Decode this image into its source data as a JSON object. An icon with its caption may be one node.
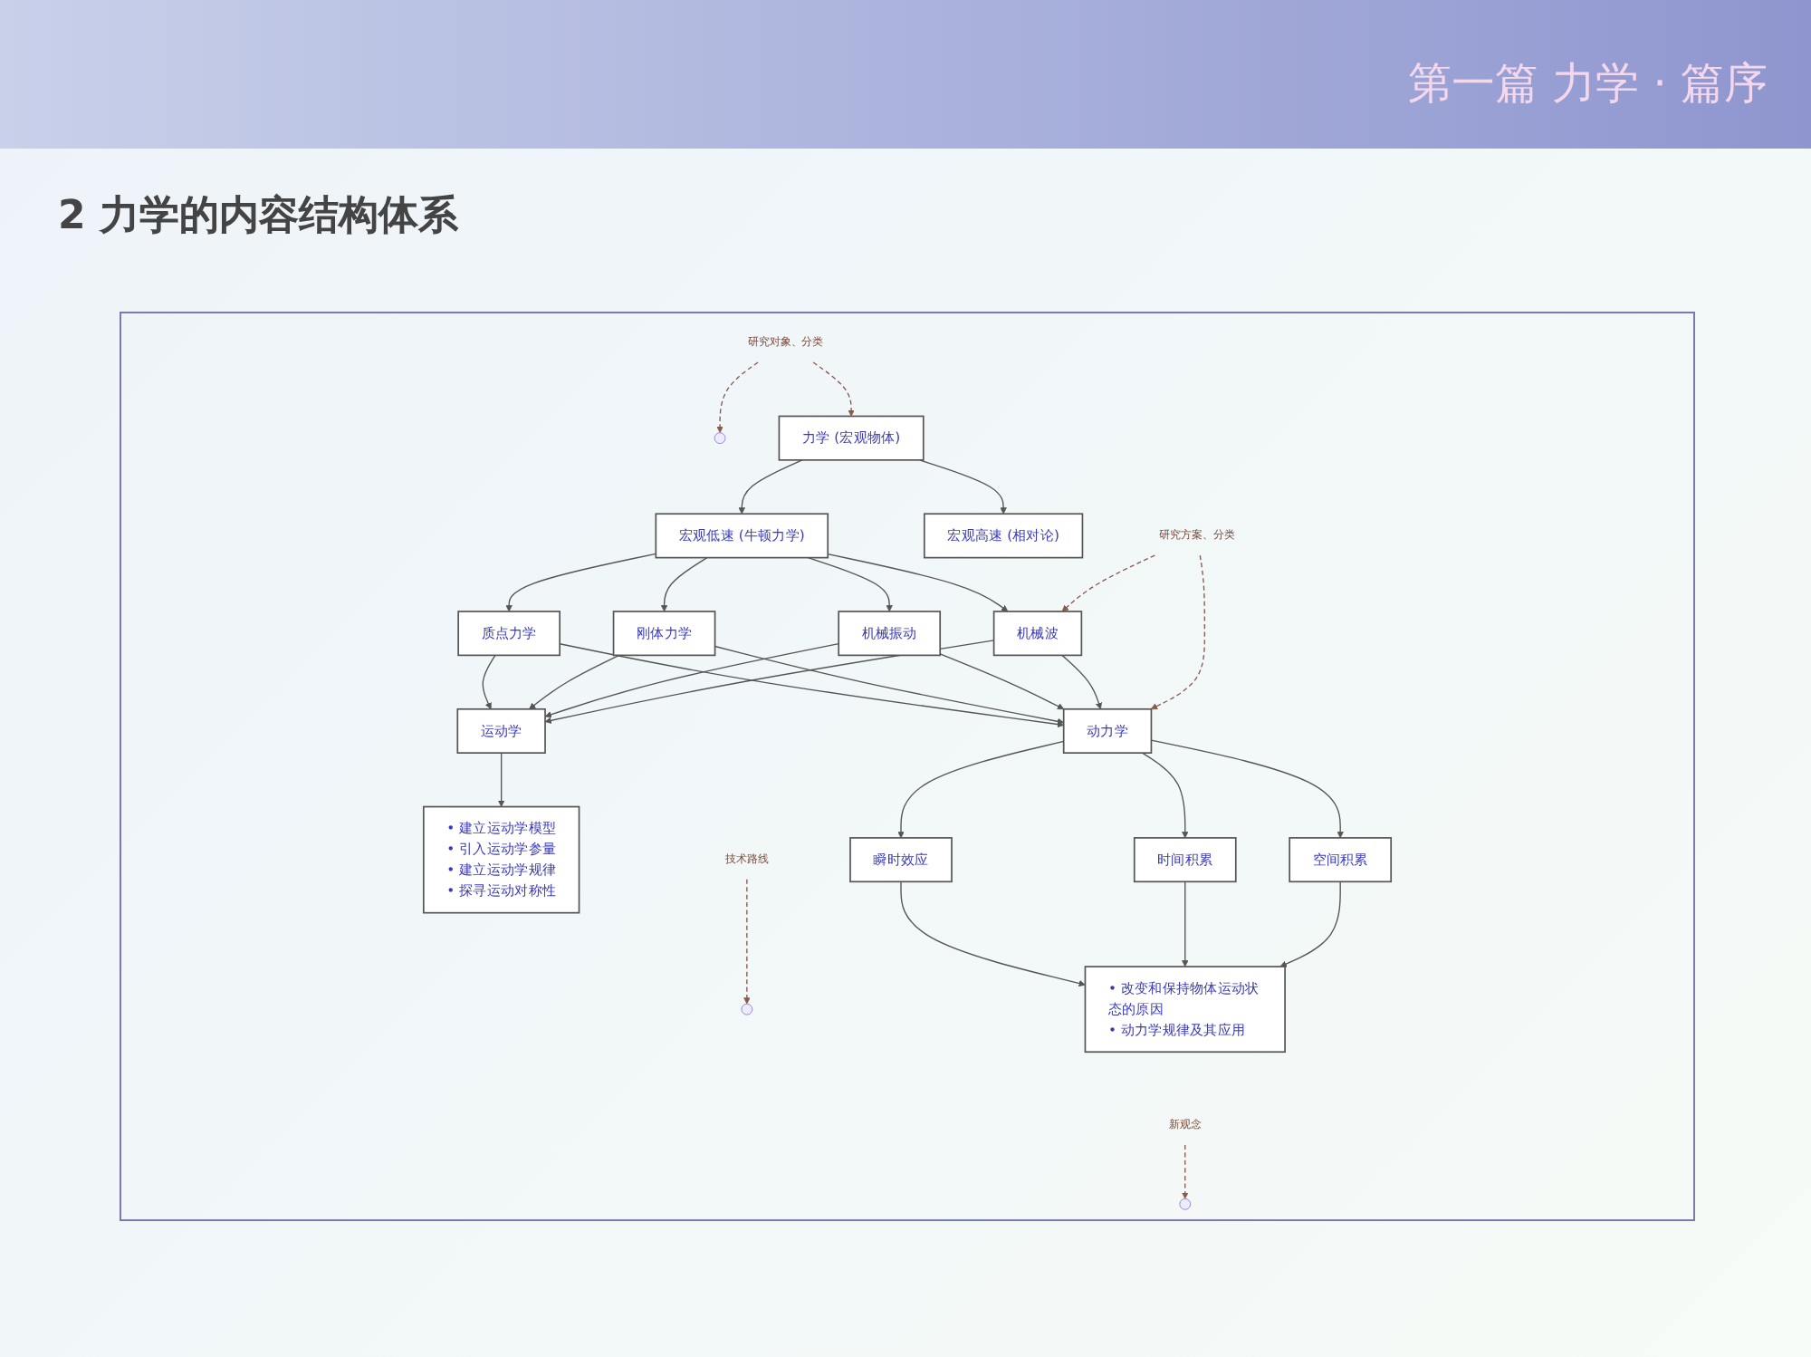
{
  "diagram": {
    "title": "2 力学的内容结构体系",
    "nodes": [
      {
        "text": [
          "力学 (宏观物体)"
        ]
      },
      {
        "text": [
          "宏观低速 (牛顿力学)"
        ]
      },
      {
        "text": [
          "宏观高速 (相对论)"
        ]
      },
      {
        "text": [
          "质点力学"
        ]
      },
      {
        "text": [
          "刚体力学"
        ]
      },
      {
        "text": [
          "机械振动"
        ]
      },
      {
        "text": [
          "机械波"
        ]
      },
      {
        "text": [
          "运动学"
        ]
      },
      {
        "text": [
          "动力学"
        ]
      },
      {
        "text": [
          "• 建立运动学模型",
          "• 引入运动学参量",
          "• 建立运动学规律",
          "• 探寻运动对称性"
        ]
      },
      {
        "text": [
          "瞬时效应"
        ]
      },
      {
        "text": [
          "时间积累"
        ]
      },
      {
        "text": [
          "空间积累"
        ]
      },
      {
        "text": [
          "• 改变和保持物体运动状态的原因",
          "• 动力学规律及其应用"
        ]
      },
      {
        "text": [
          "研究对象、分类"
        ]
      },
      {
        "text": [
          "研究方案、分类"
        ]
      },
      {
        "text": [
          "技术路线"
        ]
      },
      {
        "text": [
          "新观念"
        ]
      }
    ],
    "edges": [
      {
        "from": 0,
        "to": 1,
        "arrow": "to"
      },
      {
        "from": 0,
        "to": 2,
        "arrow": "to"
      },
      {
        "from": 1,
        "to": 3,
        "arrow": "to"
      },
      {
        "from": 1,
        "to": 4,
        "arrow": "to"
      },
      {
        "from": 1,
        "to": 5,
        "arrow": "to"
      },
      {
        "from": 1,
        "to": 6,
        "arrow": "to"
      },
      {
        "from": 3,
        "to": 7,
        "arrow": "to"
      },
      {
        "from": 4,
        "to": 7,
        "arrow": "to"
      },
      {
        "from": 5,
        "to": 7,
        "arrow": "to"
      },
      {
        "from": 6,
        "to": 7,
        "arrow": "to"
      },
      {
        "from": 3,
        "to": 8,
        "arrow": "to"
      },
      {
        "from": 4,
        "to": 8,
        "arrow": "to"
      },
      {
        "from": 5,
        "to": 8,
        "arrow": "to"
      },
      {
        "from": 6,
        "to": 8,
        "arrow": "to"
      },
      {
        "from": 7,
        "to": 9,
        "arrow": "to"
      },
      {
        "from": 8,
        "to": 10,
        "arrow": "to"
      },
      {
        "from": 8,
        "to": 11,
        "arrow": "to"
      },
      {
        "from": 8,
        "to": 12,
        "arrow": "to"
      },
      {
        "from": 10,
        "to": 13,
        "arrow": "to"
      },
      {
        "from": 11,
        "to": 13,
        "arrow": "to"
      },
      {
        "from": 12,
        "to": 13,
        "arrow": "to"
      },
      {
        "from": 14,
        "to": 0,
        "arrow": "to",
        "style": "dashed",
        "color": "#8b5a4a"
      },
      {
        "from": 14,
        "to": null,
        "arrow": "to",
        "style": "dashed",
        "color": "#8b5a4a"
      },
      {
        "from": 15,
        "to": 6,
        "arrow": "to",
        "style": "dashed",
        "color": "#8b5a4a"
      },
      {
        "from": 15,
        "to": 8,
        "arrow": "to",
        "style": "dashed",
        "color": "#8b5a4a"
      },
      {
        "from": 16,
        "to": null,
        "arrow": "to",
        "style": "dashed",
        "color": "#8b5a4a"
      },
      {
        "from": 17,
        "to": null,
        "arrow": "to",
        "style": "dashed",
        "color": "#8b5a4a"
      }
    ],
    "labels": [
      "第一篇 力学 · 篇序"
    ]
  }
}
